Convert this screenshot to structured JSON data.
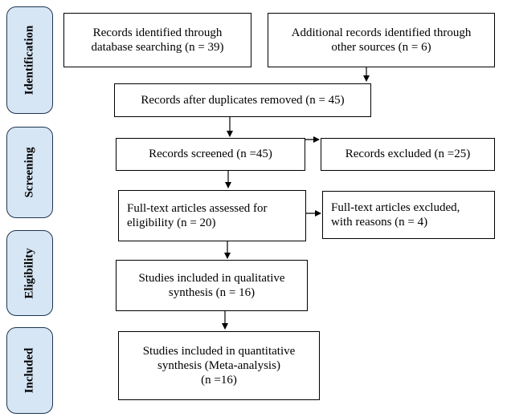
{
  "phases": {
    "identification": "Identification",
    "screening": "Screening",
    "eligibility": "Eligibility",
    "included": "Included"
  },
  "boxes": {
    "database_search": "Records identified through\ndatabase searching (n = 39)",
    "other_sources": "Additional records identified through\nother sources (n = 6)",
    "after_duplicates": "Records after duplicates removed  (n = 45)",
    "screened": "Records screened (n =45)",
    "excluded": "Records excluded (n =25)",
    "fulltext_assessed": "Full-text articles assessed for\neligibility  (n = 20)",
    "fulltext_excluded": "Full-text articles excluded,\nwith reasons (n = 4)",
    "qualitative": "Studies included in qualitative\nsynthesis (n = 16)",
    "quantitative": "Studies included in quantitative\nsynthesis (Meta-analysis)\n(n =16)"
  }
}
